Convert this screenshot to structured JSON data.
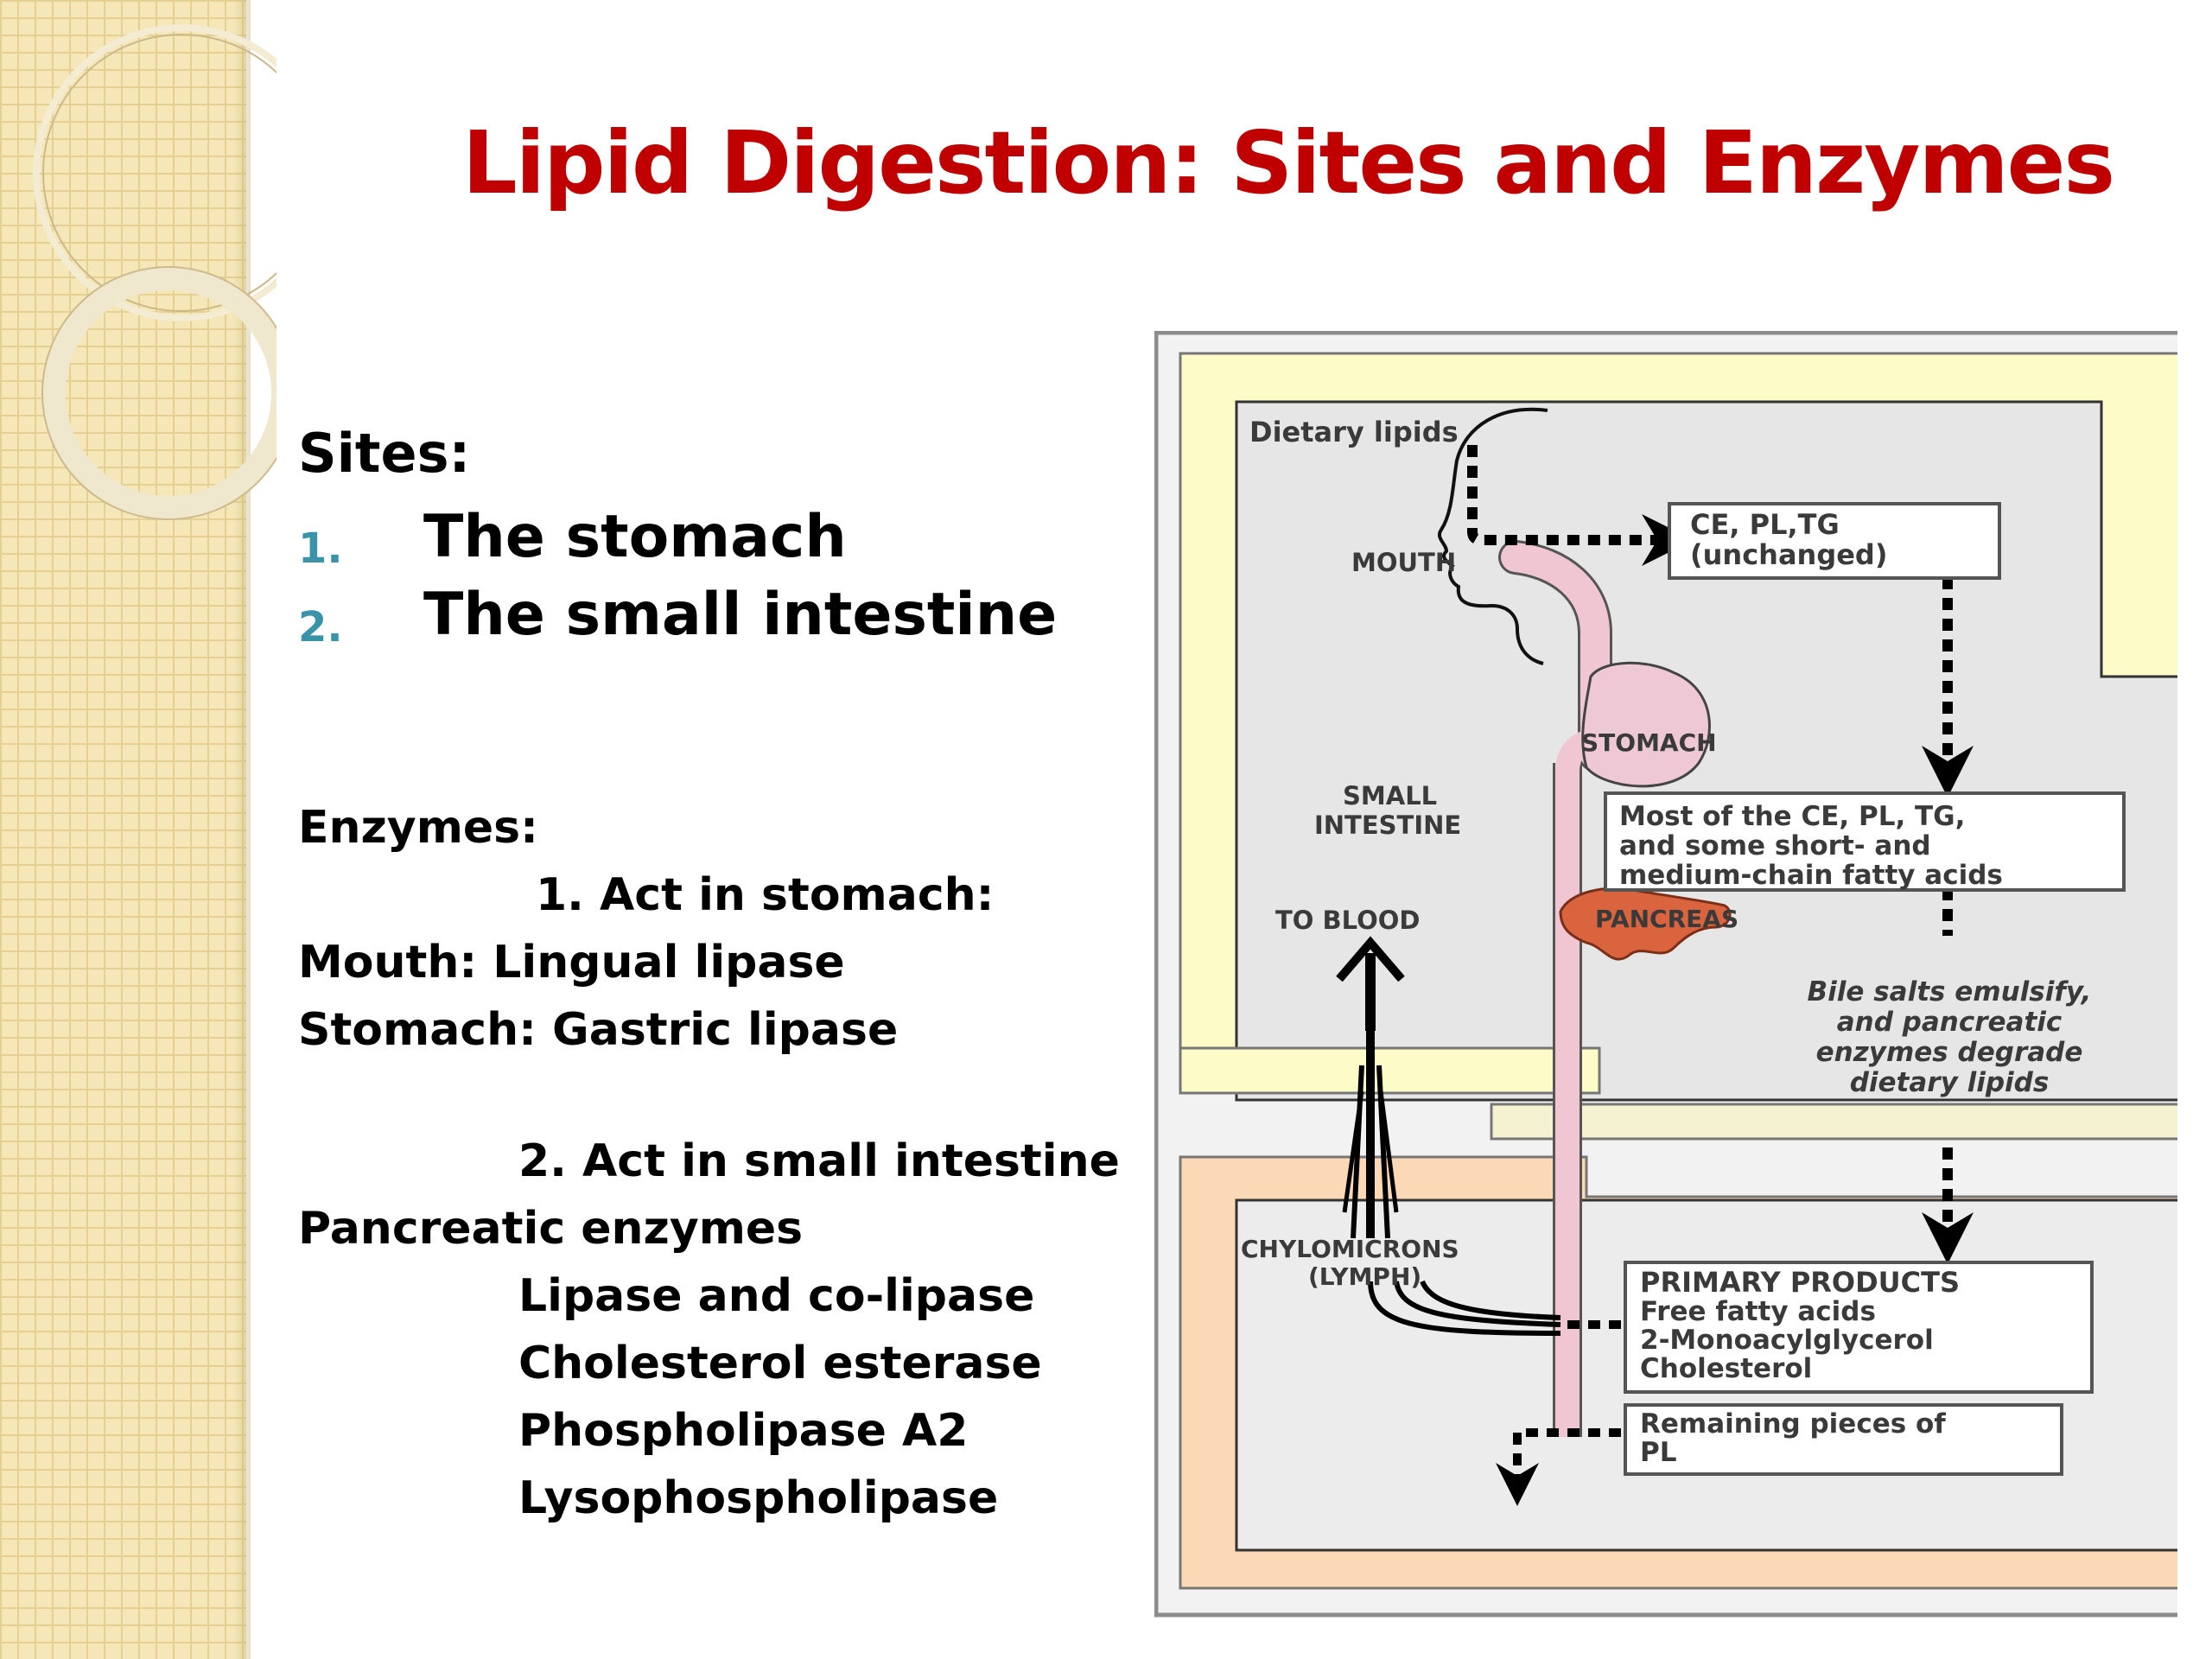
{
  "slide": {
    "title": "Lipid Digestion: Sites and Enzymes",
    "sites": {
      "heading": "Sites:",
      "items": [
        {
          "num": "1.",
          "text": "The stomach"
        },
        {
          "num": "2.",
          "text": "The small intestine"
        }
      ]
    },
    "enzymes": {
      "heading": "Enzymes:",
      "group1_heading": "1. Act in stomach:",
      "mouth_line": "Mouth: Lingual lipase",
      "stomach_line": "Stomach: Gastric  lipase",
      "group2_heading": "2. Act in small intestine",
      "pancreatic_heading": "Pancreatic enzymes",
      "pancreatic_list": [
        "Lipase and co-lipase",
        "Cholesterol esterase",
        "Phospholipase A2",
        "Lysophospholipase"
      ]
    },
    "diagram": {
      "dietary_lipids": "Dietary lipids",
      "mouth": "MOUTH",
      "unchanged_box": [
        "CE, PL,TG",
        "(unchanged)"
      ],
      "stomach": "STOMACH",
      "small_intestine": [
        "SMALL",
        "INTESTINE"
      ],
      "most_box": [
        "Most of the CE, PL, TG,",
        "and some short- and",
        "medium-chain fatty acids"
      ],
      "to_blood": "TO BLOOD",
      "pancreas": "PANCREAS",
      "bile_note": [
        "Bile salts emulsify,",
        "and pancreatic",
        "enzymes degrade",
        "dietary lipids"
      ],
      "chylomicrons": [
        "CHYLOMICRONS",
        "(LYMPH)"
      ],
      "primary_box": [
        "PRIMARY PRODUCTS",
        "Free fatty acids",
        "2-Monoacylglycerol",
        "Cholesterol"
      ],
      "remaining_box": [
        "Remaining pieces of",
        "PL"
      ]
    },
    "colors": {
      "title": "#c00000",
      "numbering": "#3a93a8",
      "upper_panel": "#fdfbc8",
      "lower_panel": "#fcd9b6",
      "inner_panel": "#e6e6e6",
      "gut_tube": "#f0c6d2",
      "pancreas": "#d9643e"
    },
    "icons": [
      "head-profile-icon",
      "stomach-icon",
      "pancreas-icon"
    ]
  }
}
